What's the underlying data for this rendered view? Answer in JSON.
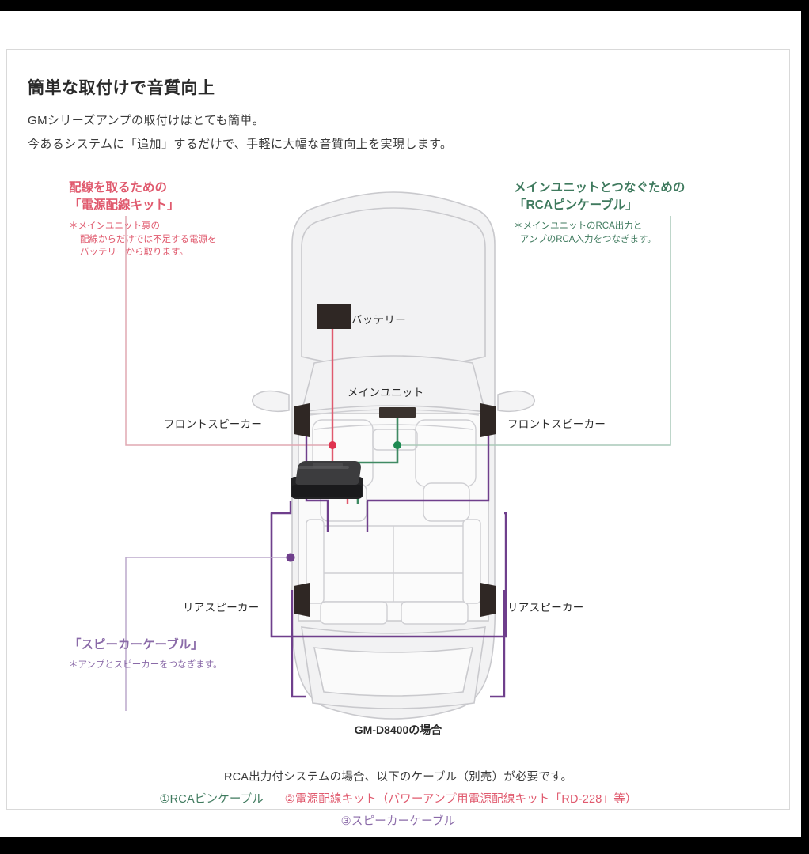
{
  "header": {
    "title": "簡単な取付けで音質向上",
    "line1": "GMシリーズアンプの取付けはとても簡単。",
    "line2": "今あるシステムに「追加」するだけで、手軽に大幅な音質向上を実現します。"
  },
  "annotations": {
    "power_kit": {
      "heading_line1": "配線を取るための",
      "heading_line2": "「電源配線キット」",
      "note_line1": "＊メインユニット裏の",
      "note_line2": "配線からだけでは不足する電源を",
      "note_line3": "バッテリーから取ります。",
      "color": "#e05a6e"
    },
    "rca_cable": {
      "heading_line1": "メインユニットとつなぐための",
      "heading_line2": "「RCAピンケーブル」",
      "note_line1": "＊メインユニットのRCA出力と",
      "note_line2": "アンプのRCA入力をつなぎます。",
      "color": "#3f7a5e"
    },
    "speaker_cable": {
      "heading_line1": "「スピーカーケーブル」",
      "note_line1": "＊アンプとスピーカーをつなぎます。",
      "color": "#8a6aa8"
    }
  },
  "diagram_labels": {
    "battery": "バッテリー",
    "main_unit": "メインユニット",
    "front_speaker_left": "フロントスピーカー",
    "front_speaker_right": "フロントスピーカー",
    "rear_speaker_left": "リアスピーカー",
    "rear_speaker_right": "リアスピーカー"
  },
  "caption": {
    "model": "GM-D8400の場合"
  },
  "footer": {
    "line1": "RCA出力付システムの場合、以下のケーブル（別売）が必要です。",
    "item1": "①RCAピンケーブル",
    "item2": "②電源配線キット（パワーアンプ用電源配線キット「RD-228」等）",
    "item3": "③スピーカーケーブル"
  },
  "colors": {
    "power_red": "#e05a6e",
    "rca_green": "#3f7a5e",
    "speaker_purple": "#8a6aa8",
    "car_outline": "#c9c9cd",
    "car_fill": "#f2f2f3",
    "hardware_dark": "#2f2724"
  }
}
